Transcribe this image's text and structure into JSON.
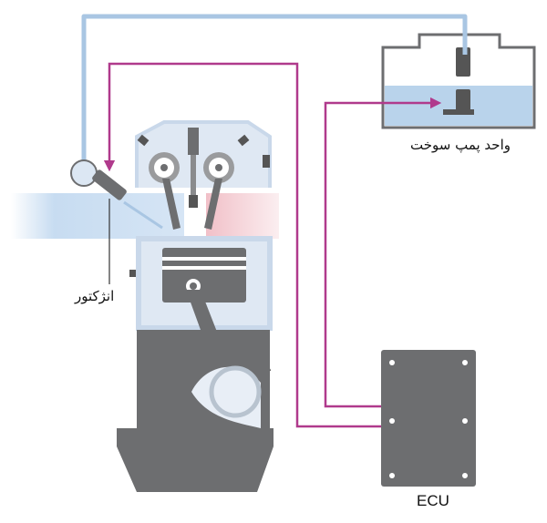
{
  "labels": {
    "fuel_pump_unit": "واحد پمپ سوخت",
    "injector": "انژکتور",
    "ecu": "ECU"
  },
  "colors": {
    "fuel_line": "#a9c6e3",
    "signal_line": "#b03a8c",
    "engine_body": "#6d6e70",
    "engine_light": "#c9d8ea",
    "intake_air": "#c7dcf1",
    "exhaust": "#f3c6cd",
    "fuel_level": "#b9d3eb"
  }
}
